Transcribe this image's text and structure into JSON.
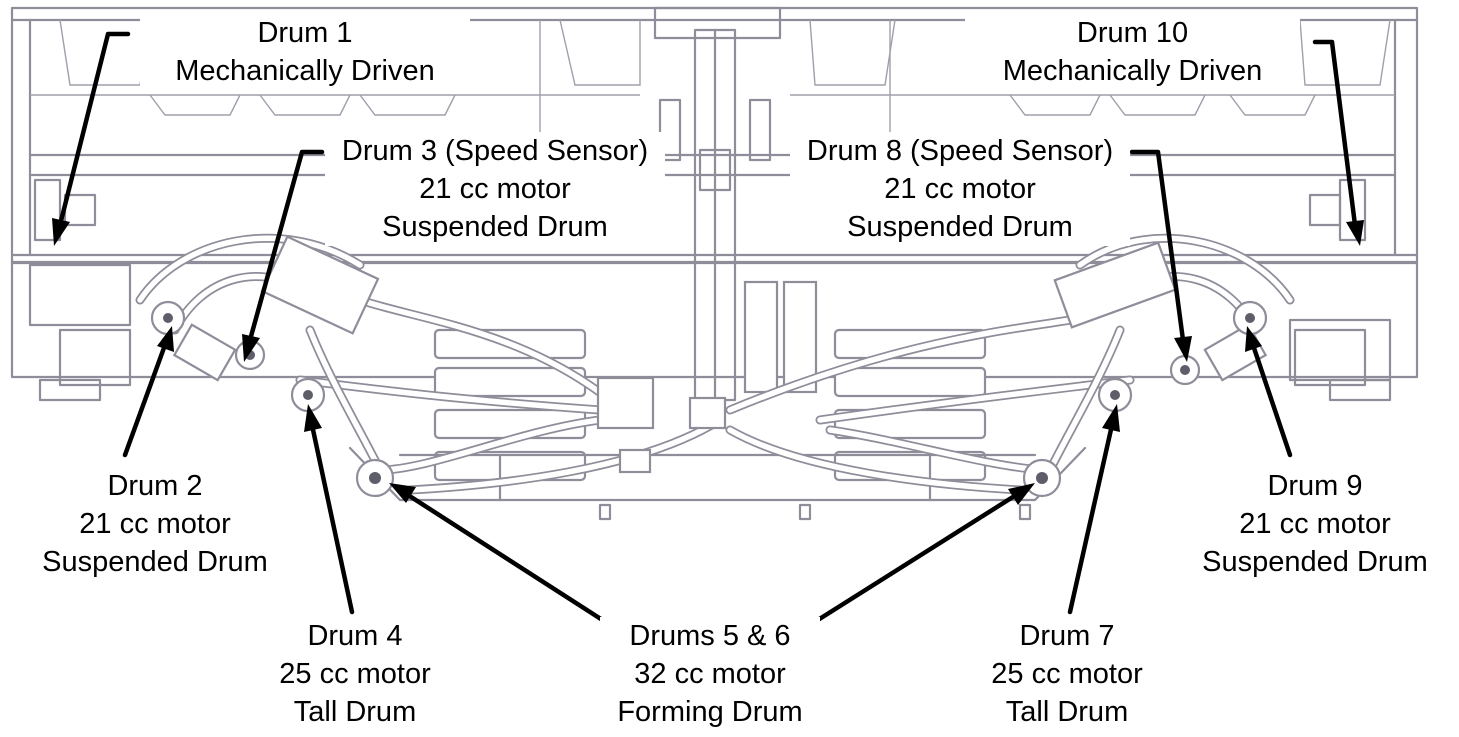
{
  "callouts": {
    "drum1": {
      "line1": "Drum 1",
      "line2": "Mechanically Driven"
    },
    "drum10": {
      "line1": "Drum 10",
      "line2": "Mechanically Driven"
    },
    "drum3": {
      "line1": "Drum 3 (Speed Sensor)",
      "line2": "21 cc motor",
      "line3": "Suspended Drum"
    },
    "drum8": {
      "line1": "Drum 8 (Speed Sensor)",
      "line2": "21 cc motor",
      "line3": "Suspended Drum"
    },
    "drum2": {
      "line1": "Drum 2",
      "line2": "21 cc motor",
      "line3": "Suspended Drum"
    },
    "drum9": {
      "line1": "Drum 9",
      "line2": "21 cc motor",
      "line3": "Suspended Drum"
    },
    "drum4": {
      "line1": "Drum 4",
      "line2": "25 cc motor",
      "line3": "Tall Drum"
    },
    "drum7": {
      "line1": "Drum 7",
      "line2": "25 cc motor",
      "line3": "Tall Drum"
    },
    "drums56": {
      "line1": "Drums 5 & 6",
      "line2": "32 cc motor",
      "line3": "Forming Drum"
    }
  },
  "colors": {
    "machine_line": "#8e8d99",
    "leader_arrow": "#000000",
    "text": "#000000",
    "background": "#ffffff"
  }
}
